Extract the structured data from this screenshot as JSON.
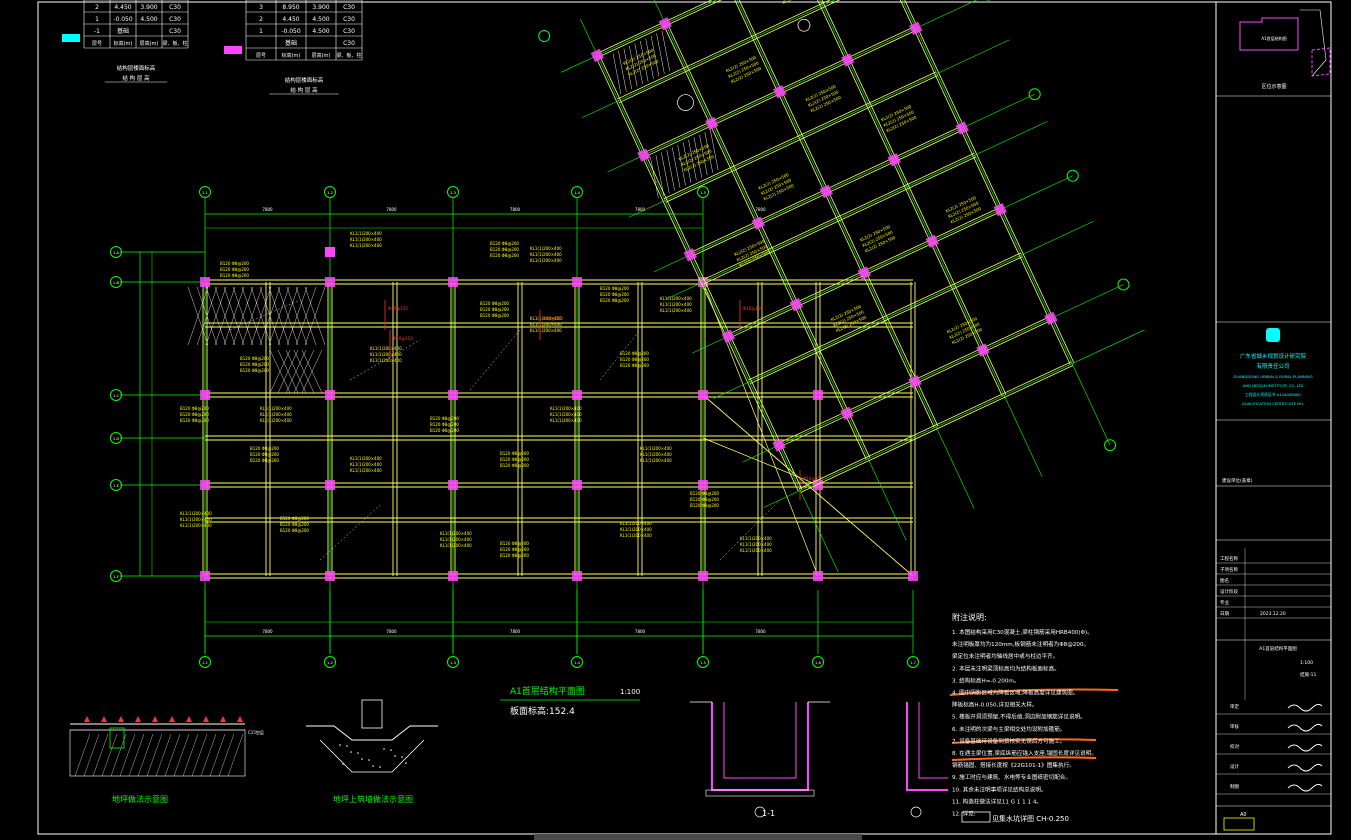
{
  "drawing": {
    "main_title": "A1首层结构平面图",
    "main_title_scale": "1:100",
    "main_subtitle": "板面标高:152.4",
    "detail_left_title": "地坪做法示意图",
    "detail_mid_title": "地坪上筑墙做法示意图",
    "section_label": "1-1",
    "section_bottom_note": "见集水坑详图 CH-0.250",
    "notes_heading": "附注说明:",
    "notes": [
      "1. 本图结构采用C30混凝土,梁柱钢筋采用HRB400(Φ)。",
      "   未注明板厚均为120mm,板钢筋未注明者为Φ8@200。",
      "   梁定位未注明者均轴线居中或与柱边平齐。",
      "2. 本层未注明梁顶标高均为结构板面标高。",
      "3. 结构标高H=-0.200m。",
      "4. 图中阴影区域为降板区域,降板高度详见建筑图。",
      "   降板标高H-0.050,详见相关大样。",
      "5. 楼板开洞须预留,不得后凿,洞边附加钢筋详见说明。",
      "6. 未注明的次梁与主梁相交处均设附加箍筋。",
      "7. 设备基础待设备到货核实无误后方可施工。",
      "8. 在遇主梁位置,梁底纵筋应锚入支座,锚固长度详见说明。",
      "   钢筋锚固、搭接长度按《22G101-1》图集执行。",
      "9. 施工时应与建筑、水电等专业图纸密切配合。",
      "10. 其余未注明事项详见结构总说明。",
      "11. 构造柱做法详见11 G 1 1 1 4。",
      "12. 详见:"
    ],
    "grid_top": [
      "1-1",
      "1-2",
      "1-3",
      "1-4",
      "1-5"
    ],
    "grid_bottom": [
      "1-1",
      "1-2",
      "1-3",
      "1-4",
      "1-5",
      "1-6",
      "1-7"
    ],
    "grid_left": [
      "1-A",
      "1-B",
      "1-C",
      "1-D",
      "1-E",
      "1-F"
    ],
    "dim_bays": [
      "7800",
      "7800",
      "7800",
      "7800",
      "7800"
    ],
    "table_a": {
      "rows": [
        [
          "2",
          "4.450",
          "3.900",
          "C30"
        ],
        [
          "1",
          "-0.050",
          "4.500",
          "C30"
        ],
        [
          "-1",
          "基础",
          "",
          "C30"
        ]
      ],
      "header": [
        "层号",
        "标高(m)",
        "层高(m)",
        "梁、板、柱"
      ],
      "caption_1": "结构层楼面标高",
      "caption_2": "结 构 层 高"
    },
    "table_b": {
      "rows": [
        [
          "3",
          "8.950",
          "3.900",
          "C30"
        ],
        [
          "2",
          "4.450",
          "4.500",
          "C30"
        ],
        [
          "1",
          "-0.050",
          "4.500",
          "C30"
        ],
        [
          "",
          "基础",
          "",
          "C30"
        ]
      ],
      "header": [
        "层号",
        "标高(m)",
        "层高(m)",
        "梁、板、柱"
      ],
      "caption_1": "结构层楼面标高",
      "caption_2": "结 构 层 高"
    }
  },
  "title_block": {
    "key_plan_title": "区位示意图",
    "key_plan_label": "A1首层结构图",
    "company_name": "广东省城乡规划设计研究院",
    "company_sub": "有限责任公司",
    "company_lines": [
      "GUANGDONG URBAN & RURAL PLANNING",
      "AND DESIGN INSTITUTE CO.,LTD",
      "工程设计资质证书 A144008562",
      "QUALIFICATION CERTIFICATE NO."
    ],
    "stamp_label": "建设单位(盖章)",
    "project_rows": [
      "工程名称",
      "子项名称",
      "图名",
      "设计阶段",
      "专业",
      "日期"
    ],
    "date": "2023.12.20",
    "drawing_name": "A1首层结构平面图",
    "scale": "1:100",
    "sheet_no": "结施-11",
    "role_labels": [
      "审定",
      "审核",
      "校对",
      "设计",
      "制图"
    ],
    "sheet_code": "A0"
  },
  "colors": {
    "background": "#000000",
    "grid": "#00ff00",
    "beam": "#ffff66",
    "column": "#ff44ff",
    "annotation": "#ffff00",
    "red_markup": "#ff3030",
    "orange_markup": "#ff6a1a",
    "white": "#ffffff",
    "cyan": "#00ffff"
  }
}
